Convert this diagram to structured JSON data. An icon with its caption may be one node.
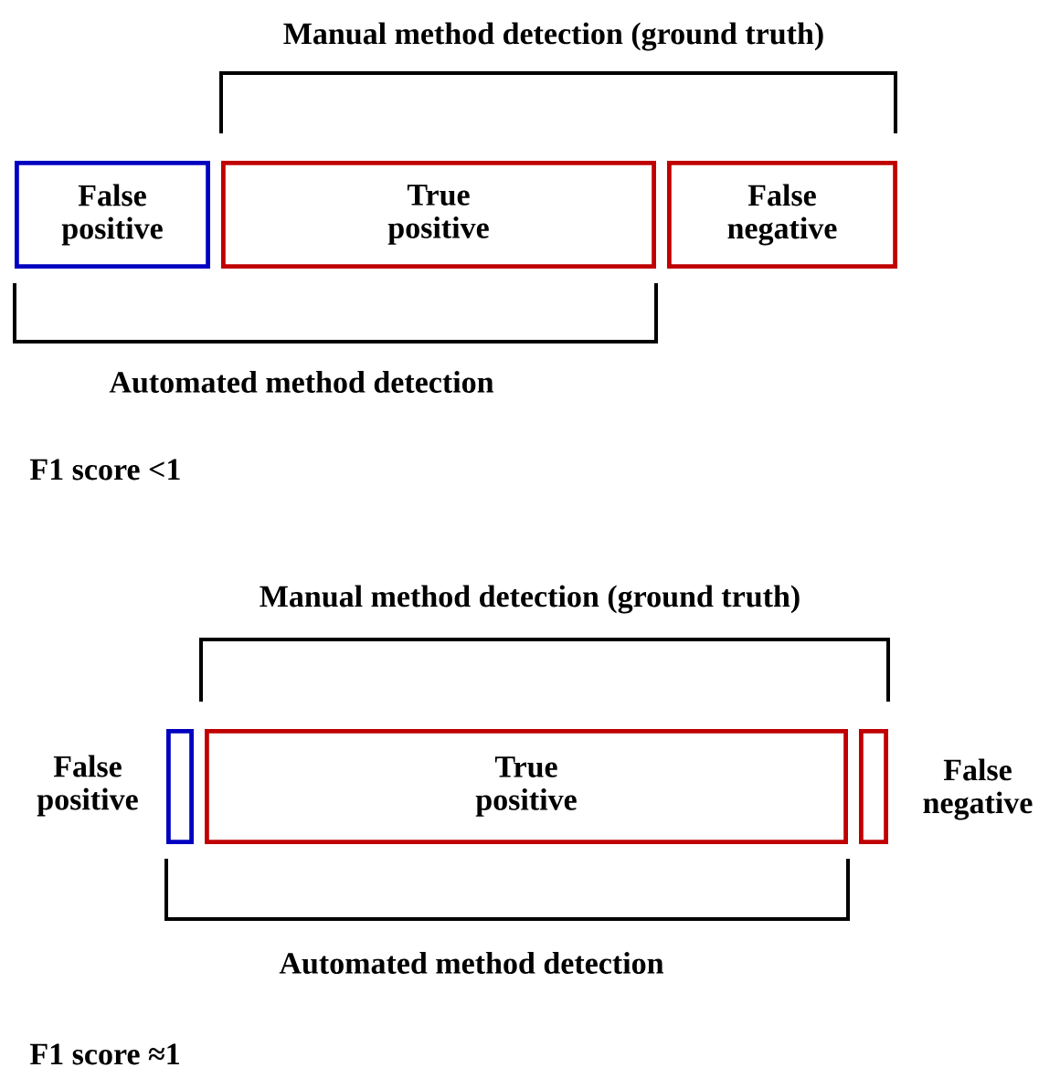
{
  "diagram": {
    "nodes": [
      {
        "text": [
          "False positive"
        ]
      },
      {
        "text": [
          "True positive"
        ]
      },
      {
        "text": [
          "False negative"
        ]
      },
      {
        "text": [],
        "shape": "box",
        "beside": [
          "False positive"
        ]
      },
      {
        "text": [
          "True positive"
        ]
      },
      {
        "text": [],
        "shape": "box",
        "beside": [
          "False negative"
        ]
      }
    ],
    "edges": [],
    "labels": [
      "Manual method detection (ground truth)",
      "Automated method detection",
      "F1 score <1",
      "Manual method detection (ground truth)",
      "Automated method detection",
      "F1 score ≈1"
    ]
  }
}
